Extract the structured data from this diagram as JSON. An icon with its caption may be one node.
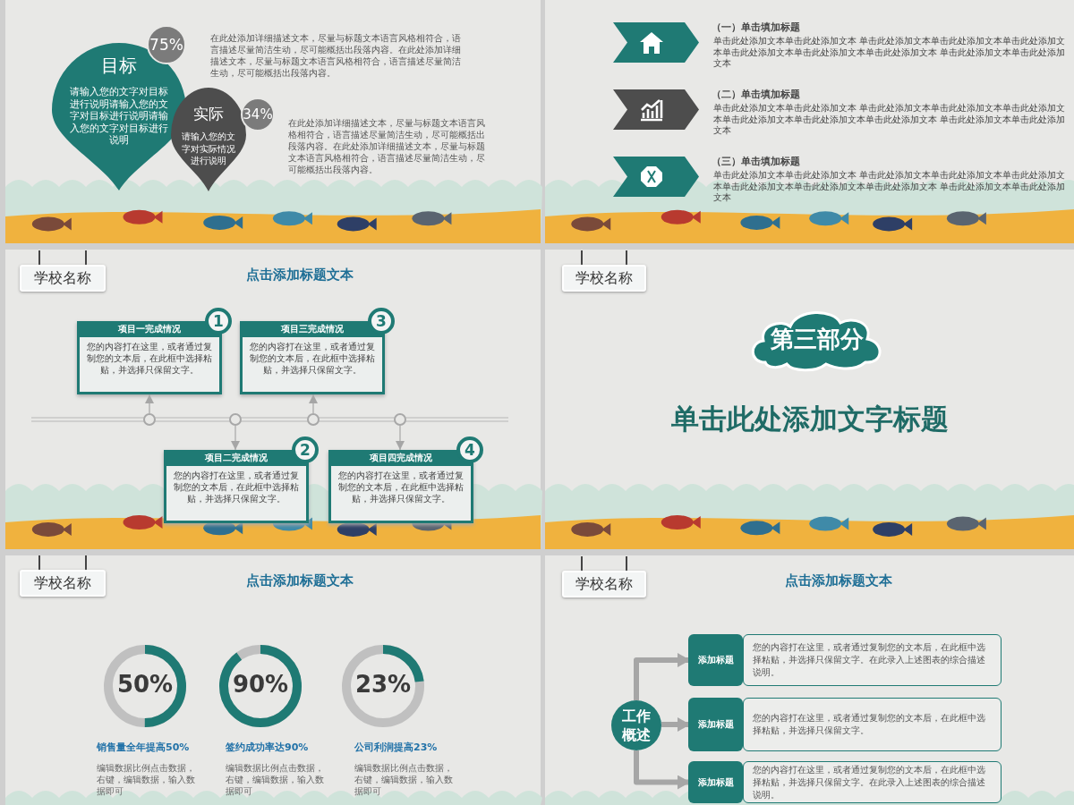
{
  "diagram": {
    "nodes": [
      {
        "text": [
          "目标",
          "请输入您的文字对目标进行说明请输入您的文字对目标进行说明请输入您的文字对目标进行说明"
        ]
      },
      {
        "text": [
          "75%"
        ]
      },
      {
        "text": [
          "实际",
          "请输入您的文字对实际情况进行说明"
        ]
      },
      {
        "text": [
          "34%"
        ]
      },
      {
        "text": [],
        "shape": "banner",
        "beside": [
          "（一）单击填加标题",
          "单击此处添加文本单击此处添加文本 单击此处添加文本单击此处添加文本单击此处添加文本单击此处添加文本单击此处添加文本单击此处添加文本 单击此处添加文本单击此处添加文本"
        ]
      },
      {
        "text": [],
        "shape": "banner",
        "beside": [
          "（二）单击填加标题",
          "单击此处添加文本单击此处添加文本 单击此处添加文本单击此处添加文本单击此处添加文本单击此处添加文本单击此处添加文本单击此处添加文本 单击此处添加文本单击此处添加文本"
        ]
      },
      {
        "text": [],
        "shape": "banner",
        "beside": [
          "（三）单击填加标题",
          "单击此处添加文本单击此处添加文本 单击此处添加文本单击此处添加文本单击此处添加文本单击此处添加文本单击此处添加文本单击此处添加文本 单击此处添加文本单击此处添加文本"
        ]
      },
      {
        "text": [
          "学校名称"
        ]
      },
      {
        "text": [
          "项目一完成情况",
          "您的内容打在这里，或者通过复制您的文本后，在此框中选择粘贴，并选择只保留文字。"
        ]
      },
      {
        "text": [
          "1"
        ]
      },
      {
        "text": [
          "项目三完成情况",
          "您的内容打在这里，或者通过复制您的文本后，在此框中选择粘贴，并选择只保留文字。"
        ]
      },
      {
        "text": [
          "3"
        ]
      },
      {
        "text": [
          "项目二完成情况",
          "您的内容打在这里，或者通过复制您的文本后，在此框中选择粘贴，并选择只保留文字。"
        ]
      },
      {
        "text": [
          "2"
        ]
      },
      {
        "text": [
          "项目四完成情况",
          "您的内容打在这里，或者通过复制您的文本后，在此框中选择粘贴，并选择只保留文字。"
        ]
      },
      {
        "text": [
          "4"
        ]
      },
      {
        "text": [],
        "shape": "circle"
      },
      {
        "text": [],
        "shape": "circle"
      },
      {
        "text": [],
        "shape": "circle"
      },
      {
        "text": [],
        "shape": "circle"
      },
      {
        "text": [
          "学校名称"
        ]
      },
      {
        "text": [
          "第三部分"
        ]
      },
      {
        "text": [
          "学校名称"
        ]
      },
      {
        "text": [
          "50%"
        ],
        "beside": [
          "销售量全年提高50%",
          "编辑数据比例点击数据，右键，编辑数据，输入数据即可"
        ]
      },
      {
        "text": [
          "90%"
        ],
        "beside": [
          "签约成功率达90%",
          "编辑数据比例点击数据，右键，编辑数据，输入数据即可"
        ]
      },
      {
        "text": [
          "23%"
        ],
        "beside": [
          "公司利润提高23%",
          "编辑数据比例点击数据，右键，编辑数据，输入数据即可"
        ]
      },
      {
        "text": [
          "学校名称"
        ]
      },
      {
        "text": [
          "工作概述"
        ]
      },
      {
        "text": [
          "添加标题"
        ]
      },
      {
        "text": [
          "您的内容打在这里，或者通过复制您的文本后，在此框中选择粘贴，并选择只保留文字。在此录入上述图表的综合描述说明。"
        ]
      },
      {
        "text": [
          "添加标题"
        ]
      },
      {
        "text": [
          "您的内容打在这里，或者通过复制您的文本后，在此框中选择粘贴，并选择只保留文字。"
        ]
      },
      {
        "text": [
          "添加标题"
        ]
      },
      {
        "text": [
          "您的内容打在这里，或者通过复制您的文本后，在此框中选择粘贴，并选择只保留文字。在此录入上述图表的综合描述说明。"
        ]
      }
    ],
    "edges": [
      {
        "from": 16,
        "to": 8,
        "arrow": "to"
      },
      {
        "from": 17,
        "to": 12,
        "arrow": "to"
      },
      {
        "from": 18,
        "to": 10,
        "arrow": "to"
      },
      {
        "from": 19,
        "to": 14,
        "arrow": "to"
      },
      {
        "from": 27,
        "to": 28,
        "arrow": "to",
        "style": "thick"
      },
      {
        "from": 27,
        "to": 30,
        "arrow": "to",
        "style": "thick"
      },
      {
        "from": 27,
        "to": 32,
        "arrow": "to",
        "style": "thick"
      }
    ],
    "labels": [
      "在此处添加详细描述文本，尽量与标题文本语言风格相符合，语言描述尽量简洁生动，尽可能概括出段落内容。在此处添加详细描述文本，尽量与标题文本语言风格相符合，语言描述尽量简洁生动，尽可能概括出段落内容。",
      "在此处添加详细描述文本，尽量与标题文本语言风格相符合，语言描述尽量简洁生动，尽可能概括出段落内容。在此处添加详细描述文本，尽量与标题文本语言风格相符合，语言描述尽量简洁生动，尽可能概括出段落内容。",
      "点击添加标题文本",
      "单击此处添加文字标题",
      "点击添加标题文本",
      "点击添加标题文本"
    ]
  }
}
